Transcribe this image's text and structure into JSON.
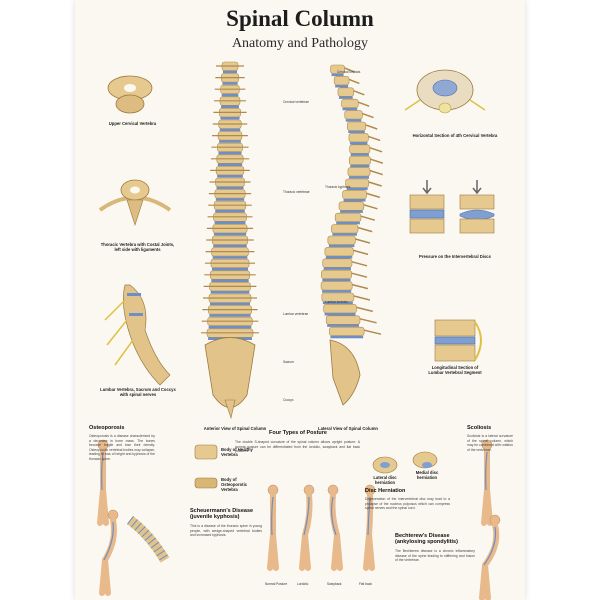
{
  "poster": {
    "title": "Spinal Column",
    "subtitle": "Anatomy and Pathology"
  },
  "captions": {
    "upper_cervical": "Upper Cervical Vertebra",
    "thoracic": "Thoracic Vertebra with Costal Joints,\nleft side with ligaments",
    "lumbar": "Lumbar Vertebra, Sacrum and Coccyx\nwith spinal nerves",
    "anterior_view": "Anterior View of Spinal Column",
    "lateral_view": "Lateral View of Spinal Column",
    "horizontal_section": "Horizontal Section of 4th Cervical Vertebra",
    "pressure": "Pressure on the Intervertebral Discs",
    "longitudinal": "Longitudinal Section of\nLumbar Vertebral Segment",
    "healthy": "Body of Healthy Vertebra",
    "osteoporotic": "Body of Osteoporotic\nVertebra",
    "lateral_herniation": "Lateral disc herniation",
    "medial_herniation": "Medial disc herniation"
  },
  "region_labels": {
    "cervical": "Cervical vertebrae",
    "thoracic": "Thoracic vertebrae",
    "lumbar": "Lumbar vertebrae",
    "sacrum": "Sacrum",
    "coccyx": "Coccyx",
    "cervical_lordosis": "Cervical lordosis",
    "thoracic_kyphosis": "Thoracic kyphosis",
    "lumbar_lordosis": "Lumbar lordosis"
  },
  "sections": {
    "osteoporosis": {
      "title": "Osteoporosis",
      "text": "Osteoporosis is a disease characterized by a decrease in bone mass. The bones become fragile and lose their density. Osteoporotic vertebral bodies may collapse, leading to loss of height and kyphosis of the thoracic spine."
    },
    "posture": {
      "title": "Four Types of Posture",
      "text": "The double S-shaped curvature of the spinal column allows upright posture. A normal posture can be differentiated from the lordotic, swayback and flat back postures.",
      "figures": [
        "Normal Posture",
        "Lordotic",
        "Swayback",
        "Flat back"
      ]
    },
    "scoliosis": {
      "title": "Scoliosis",
      "text": "Scoliosis is a lateral curvature of the spinal column, which may be combined with rotation of the vertebrae."
    },
    "disc_herniation": {
      "title": "Disc Herniation",
      "text": "Degeneration of the intervertebral disc may lead to a prolapse of the nucleus pulposus which can compress spinal nerves and the spinal cord."
    },
    "scheuermann": {
      "title": "Scheuermann's Disease\n(juvenile kyphosis)",
      "text": "This is a disease of the thoracic spine in young people, with wedge-shaped vertebral bodies and increased kyphosis."
    },
    "bechterew": {
      "title": "Bechterew's Disease\n(ankylosing spondylitis)",
      "text": "The Bechterew disease is a chronic inflammatory disease of the spine leading to stiffening and fusion of the vertebrae."
    }
  },
  "colors": {
    "bone": "#e6c98f",
    "bone_shadow": "#b08a4c",
    "disc": "#6f8fc4",
    "nerve": "#e8c84a",
    "skin": "#e8b98a",
    "poster_bg": "#fbf8f1"
  }
}
